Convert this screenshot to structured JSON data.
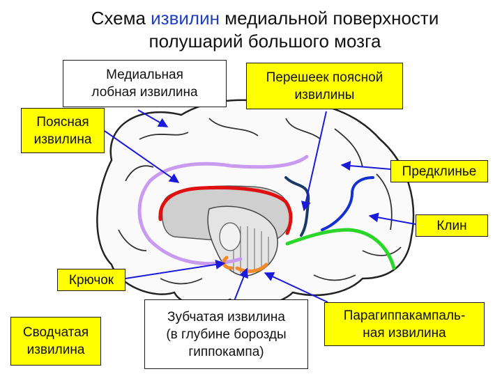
{
  "title": {
    "line1_before": "Схема ",
    "line1_highlight": "извилин",
    "line1_after": " медиальной поверхности",
    "line2": "полушарий большого мозга"
  },
  "labels": {
    "medial_frontal": {
      "line1": "Медиальная",
      "line2": "лобная извилина"
    },
    "isthmus": {
      "line1": "Перешеек поясной",
      "line2": "извилины"
    },
    "cingulate": {
      "line1": "Поясная",
      "line2": "извилина"
    },
    "precuneus": {
      "line1": "Предклинье"
    },
    "cuneus": {
      "line1": "Клин"
    },
    "uncus": {
      "line1": "Крючок"
    },
    "fornicate": {
      "line1": "Сводчатая",
      "line2": "извилина"
    },
    "dentate": {
      "line1": "Зубчатая извилина",
      "line2": "(в глубине борозды",
      "line3": "гиппокампа)"
    },
    "parahippocampal": {
      "line1": "Парагиппакампаль-",
      "line2": "ная извилина"
    }
  },
  "colors": {
    "label_fill": "#ffff00",
    "title_highlight": "#1f3fbf",
    "arrow": "#1a1ad8",
    "cingulate_gyrus": "#c89af0",
    "callosal_red": "#e01010",
    "parieto_occipital": "#1a3a6a",
    "precuneus_line": "#1530d0",
    "cuneus_line": "#2ad62a",
    "uncus_line": "#f08a2a"
  }
}
